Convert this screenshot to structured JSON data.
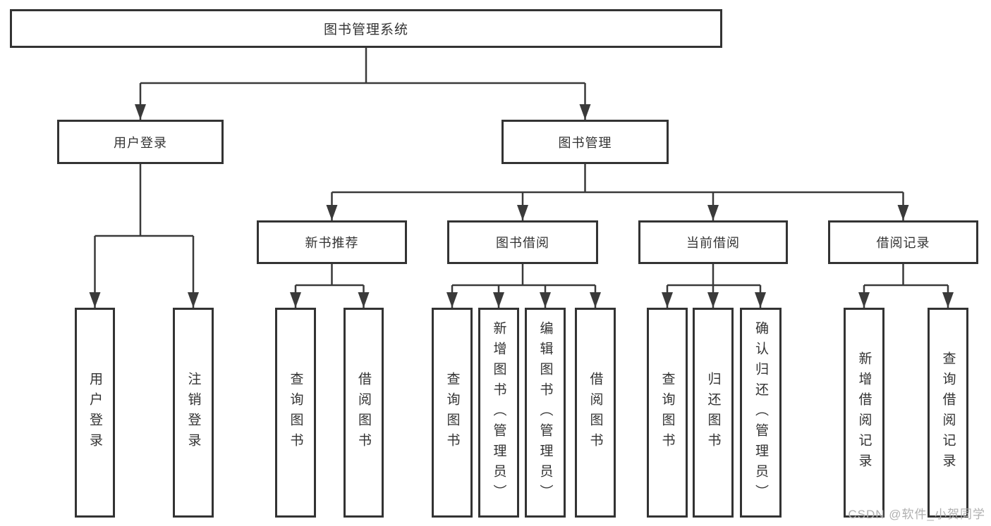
{
  "diagram": {
    "tree": {
      "root": "图书管理系统",
      "branches": [
        {
          "label": "用户登录",
          "children": [
            {
              "label": "用户登录"
            },
            {
              "label": "注销登录"
            }
          ]
        },
        {
          "label": "图书管理",
          "children": [
            {
              "label": "新书推荐",
              "children": [
                {
                  "label": "查询图书"
                },
                {
                  "label": "借阅图书"
                }
              ]
            },
            {
              "label": "图书借阅",
              "children": [
                {
                  "label": "查询图书"
                },
                {
                  "label": "新增图书（管理员）"
                },
                {
                  "label": "编辑图书（管理员）"
                },
                {
                  "label": "借阅图书"
                }
              ]
            },
            {
              "label": "当前借阅",
              "children": [
                {
                  "label": "查询图书"
                },
                {
                  "label": "归还图书"
                },
                {
                  "label": "确认归还（管理员）"
                }
              ]
            },
            {
              "label": "借阅记录",
              "children": [
                {
                  "label": "新增借阅记录"
                },
                {
                  "label": "查询借阅记录"
                }
              ]
            }
          ]
        }
      ]
    }
  },
  "watermark": {
    "text": "CSDN @软件_小贺同学"
  },
  "colors": {
    "line": "#3a3a3a",
    "border": "#333333",
    "text": "#333333",
    "background": "#ffffff",
    "watermark": "#b0b0b0"
  }
}
